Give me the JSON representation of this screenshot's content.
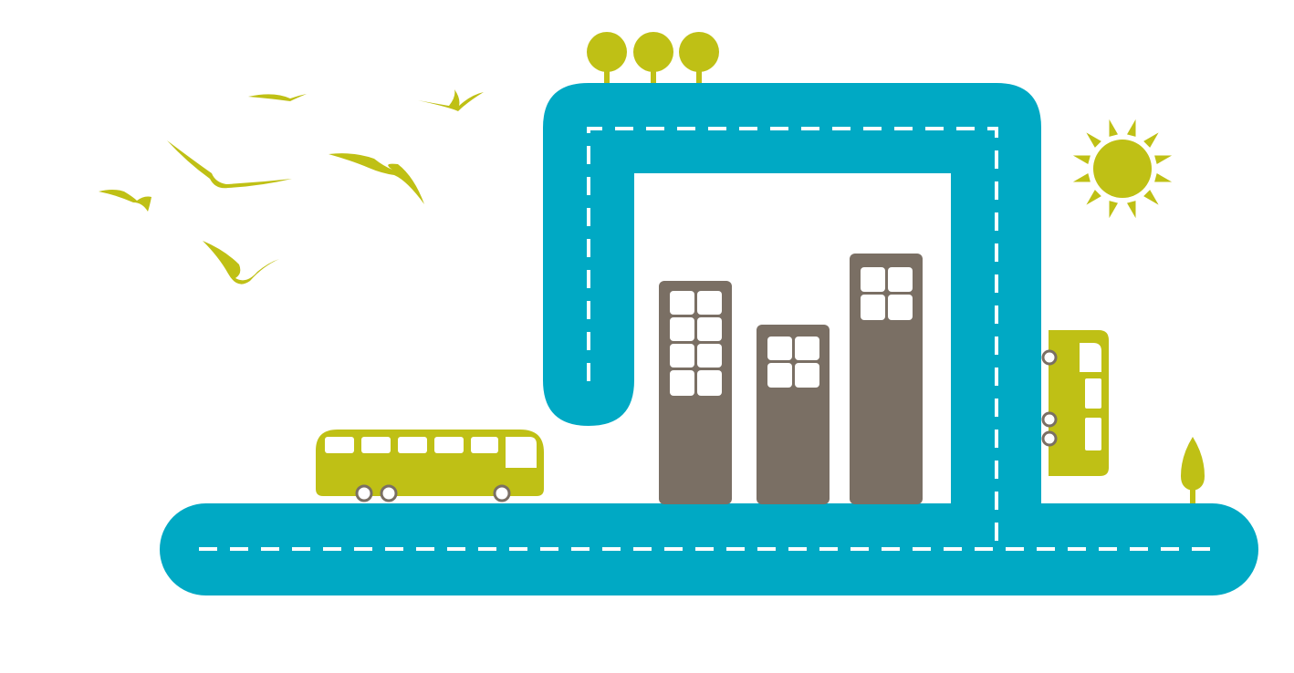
{
  "scene": {
    "colors": {
      "road": "#00a9c4",
      "accent": "#bfc015",
      "building": "#7a6f64",
      "lane_marking": "#ffffff",
      "window": "#ffffff",
      "wheel": "#7a6f64",
      "background": "#ffffff"
    },
    "icons": [
      "bird-icon",
      "tree-icon",
      "sun-icon",
      "bus-icon",
      "double-decker-bus-icon",
      "building-icon",
      "road-icon"
    ],
    "counts": {
      "birds": 6,
      "trees_on_road": 3,
      "buildings": 3
    }
  }
}
